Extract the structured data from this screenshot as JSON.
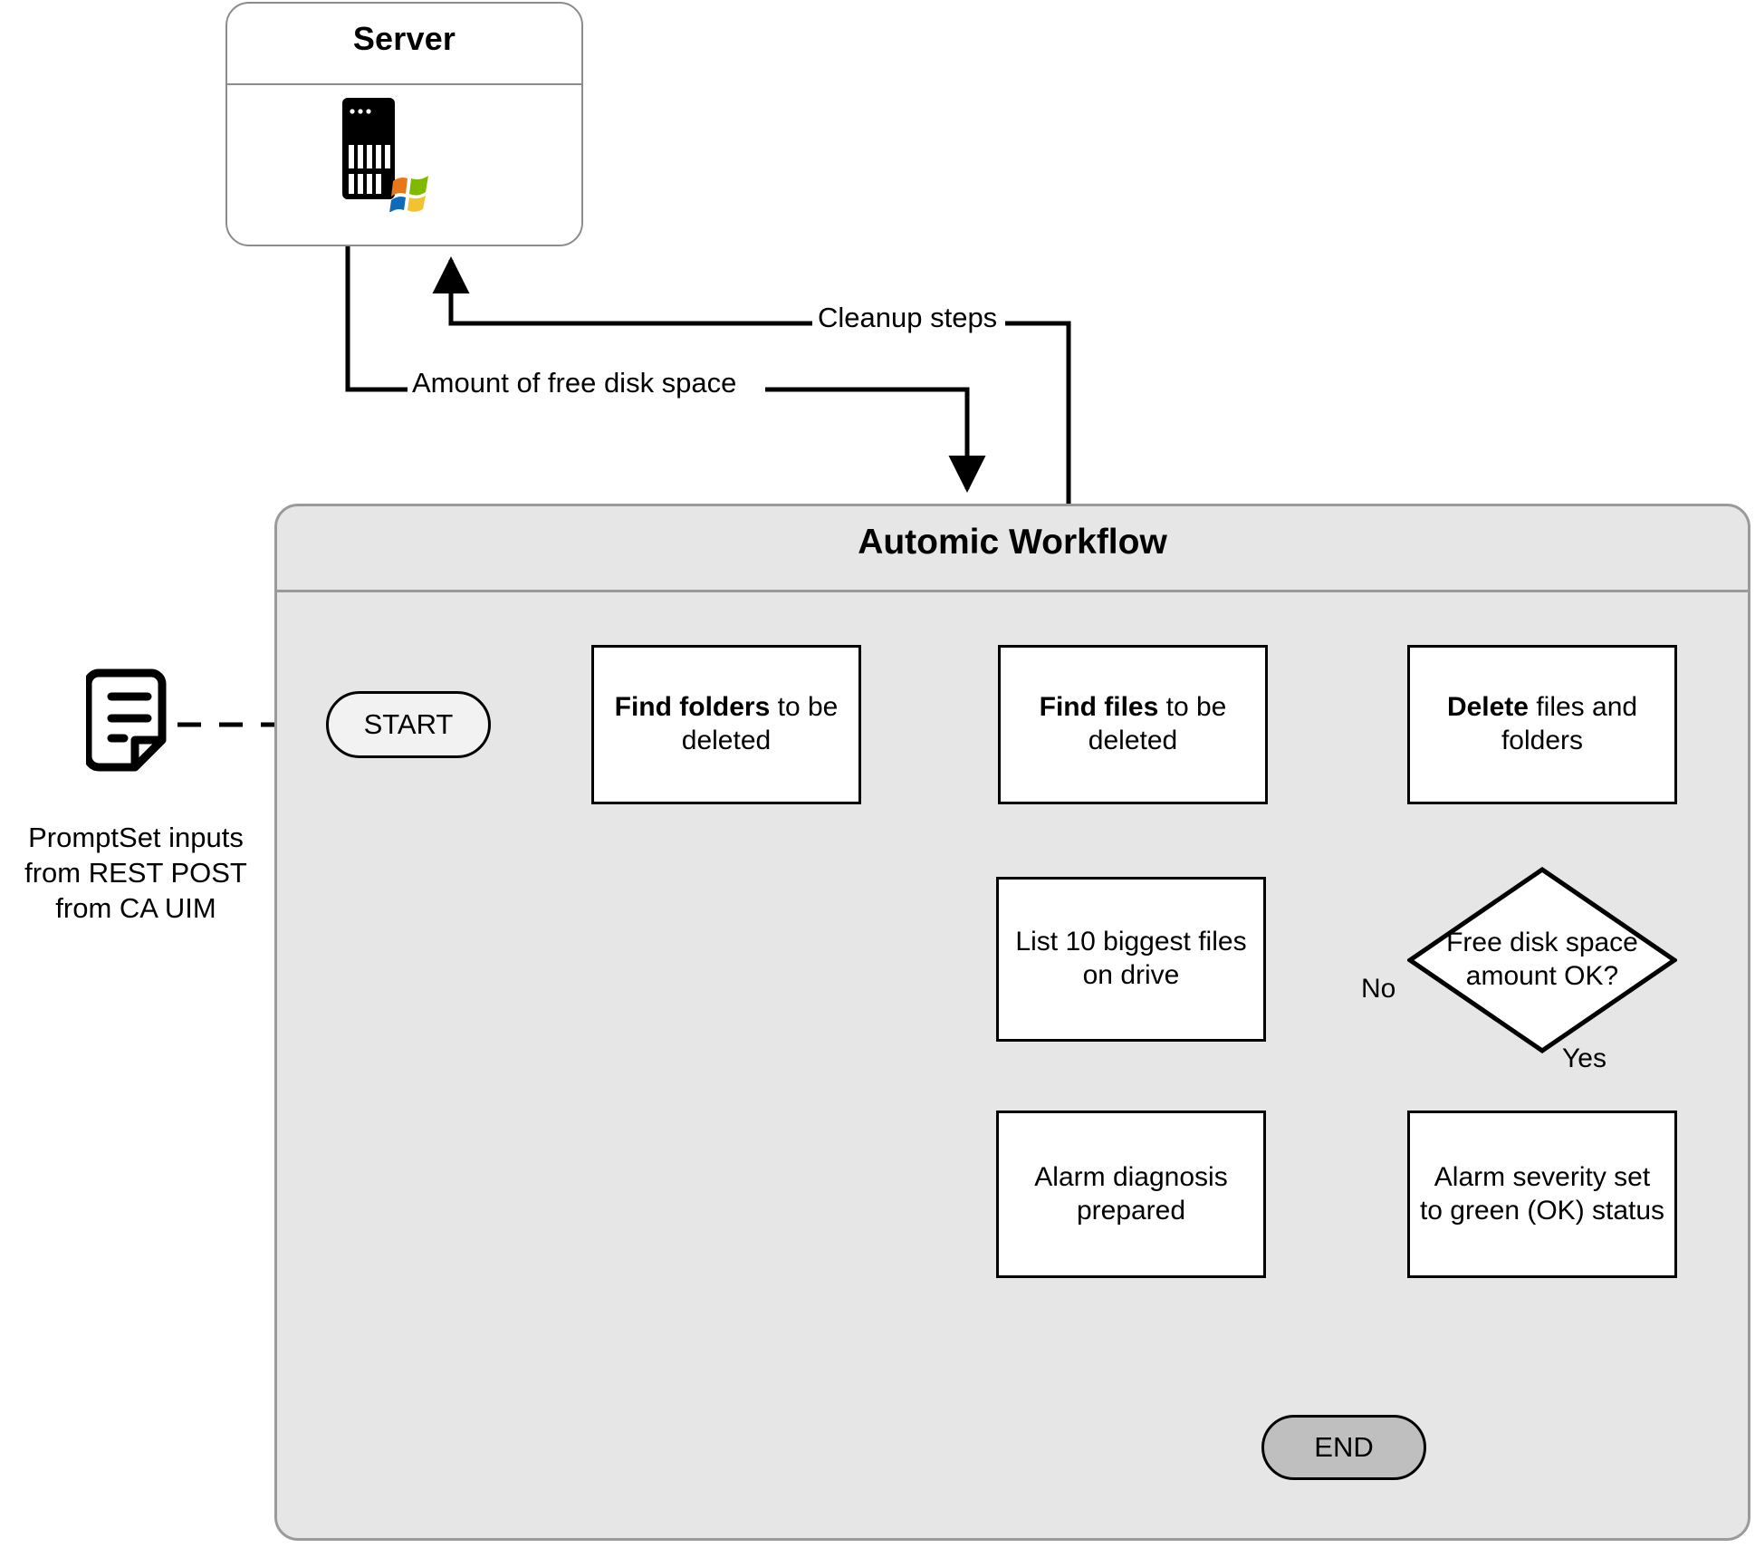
{
  "diagram": {
    "title": "Automic Workflow disk cleanup flowchart",
    "background_color": "#ffffff"
  },
  "server_container": {
    "title": "Server",
    "icon": "server-rack-icon",
    "os_icon": "windows-logo-icon",
    "border_color": "#8c8c8c",
    "fill_color": "#ffffff"
  },
  "workflow_container": {
    "title": "Automic Workflow",
    "fill_color": "#e6e6e6",
    "border_color": "#9a9a9a"
  },
  "input_artifact": {
    "icon": "document-icon",
    "caption": "PromptSet inputs\nfrom REST POST\nfrom CA UIM"
  },
  "connector_labels": {
    "cleanup_steps": "Cleanup steps",
    "free_disk_space": "Amount of free disk space",
    "decision_no": "No",
    "decision_yes": "Yes"
  },
  "nodes": {
    "start": {
      "label": "START",
      "shape": "terminator",
      "fill": "#f2f2f2"
    },
    "find_folders": {
      "bold": "Find folders",
      "rest": " to be",
      "line2": "deleted",
      "shape": "process"
    },
    "find_files": {
      "bold": "Find files",
      "rest": " to be",
      "line2": "deleted",
      "shape": "process"
    },
    "delete": {
      "bold": "Delete",
      "rest": " files and",
      "line2": "folders",
      "shape": "process"
    },
    "decision": {
      "line1": "Free disk space",
      "line2": "amount OK?",
      "shape": "decision"
    },
    "list_biggest": {
      "line1": "List 10 biggest files",
      "line2": "on drive",
      "shape": "process"
    },
    "alarm_diagnosis": {
      "line1": "Alarm diagnosis",
      "line2": "prepared",
      "shape": "process"
    },
    "alarm_severity": {
      "line1": "Alarm severity set",
      "line2": "to green (OK) status",
      "shape": "process"
    },
    "end": {
      "label": "END",
      "shape": "terminator",
      "fill": "#bfbfbf"
    }
  },
  "chart_data": {
    "type": "table",
    "title": "Automic Workflow — disk cleanup flow",
    "nodes": [
      {
        "id": "promptset",
        "type": "input-artifact",
        "text": "PromptSet inputs from REST POST from CA UIM"
      },
      {
        "id": "server",
        "type": "container",
        "text": "Server"
      },
      {
        "id": "workflow",
        "type": "container",
        "text": "Automic Workflow"
      },
      {
        "id": "start",
        "type": "terminator",
        "text": "START"
      },
      {
        "id": "find_folders",
        "type": "process",
        "text": "Find folders to be deleted"
      },
      {
        "id": "find_files",
        "type": "process",
        "text": "Find files to be deleted"
      },
      {
        "id": "delete",
        "type": "process",
        "text": "Delete files and folders"
      },
      {
        "id": "decision",
        "type": "decision",
        "text": "Free disk space amount OK?"
      },
      {
        "id": "list_biggest",
        "type": "process",
        "text": "List 10 biggest files on drive"
      },
      {
        "id": "alarm_diagnosis",
        "type": "process",
        "text": "Alarm diagnosis prepared"
      },
      {
        "id": "alarm_severity",
        "type": "process",
        "text": "Alarm severity set to green (OK) status"
      },
      {
        "id": "end",
        "type": "terminator",
        "text": "END"
      }
    ],
    "edges": [
      {
        "from": "promptset",
        "to": "start",
        "label": "",
        "style": "dashed"
      },
      {
        "from": "start",
        "to": "find_folders",
        "label": ""
      },
      {
        "from": "find_folders",
        "to": "find_files",
        "label": ""
      },
      {
        "from": "find_files",
        "to": "delete",
        "label": ""
      },
      {
        "from": "delete",
        "to": "decision",
        "label": ""
      },
      {
        "from": "decision",
        "to": "list_biggest",
        "label": "No"
      },
      {
        "from": "decision",
        "to": "alarm_severity",
        "label": "Yes"
      },
      {
        "from": "list_biggest",
        "to": "alarm_diagnosis",
        "label": ""
      },
      {
        "from": "alarm_diagnosis",
        "to": "end",
        "label": ""
      },
      {
        "from": "alarm_severity",
        "to": "end",
        "label": ""
      },
      {
        "from": "server",
        "to": "workflow",
        "label": "Amount of free disk space"
      },
      {
        "from": "workflow",
        "to": "server",
        "label": "Cleanup steps"
      }
    ]
  }
}
